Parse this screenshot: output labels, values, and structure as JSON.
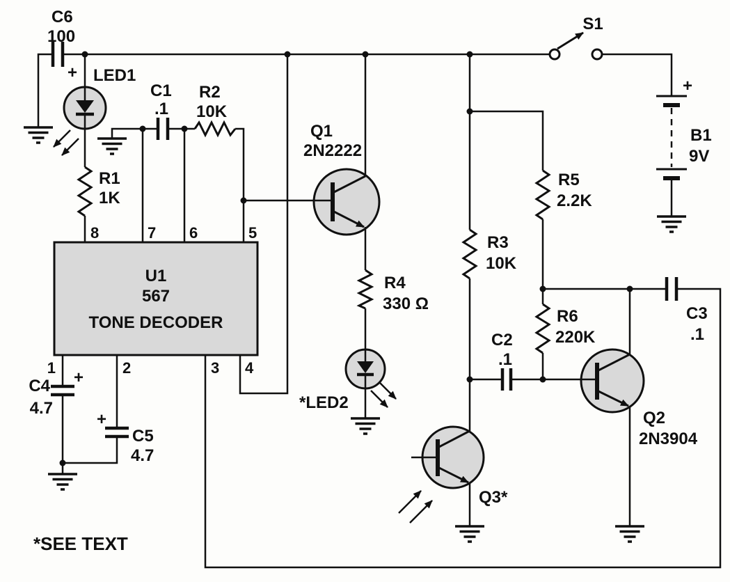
{
  "schematic": {
    "note": "*SEE TEXT",
    "c6": {
      "ref": "C6",
      "value": "100",
      "polarity": "+"
    },
    "led1": {
      "ref": "LED1"
    },
    "c1": {
      "ref": "C1",
      "value": ".1"
    },
    "r2": {
      "ref": "R2",
      "value": "10K"
    },
    "r1": {
      "ref": "R1",
      "value": "1K"
    },
    "u1": {
      "ref": "U1",
      "part": "567",
      "function": "TONE DECODER",
      "pin1": "1",
      "pin2": "2",
      "pin3": "3",
      "pin4": "4",
      "pin5": "5",
      "pin6": "6",
      "pin7": "7",
      "pin8": "8"
    },
    "q1": {
      "ref": "Q1",
      "part": "2N2222"
    },
    "r4": {
      "ref": "R4",
      "value": "330 Ω"
    },
    "led2": {
      "ref": "*LED2"
    },
    "c4": {
      "ref": "C4",
      "value": "4.7",
      "polarity": "+"
    },
    "c5": {
      "ref": "C5",
      "value": "4.7",
      "polarity": "+"
    },
    "r3": {
      "ref": "R3",
      "value": "10K"
    },
    "r5": {
      "ref": "R5",
      "value": "2.2K"
    },
    "r6": {
      "ref": "R6",
      "value": "220K"
    },
    "c2": {
      "ref": "C2",
      "value": ".1"
    },
    "c3": {
      "ref": "C3",
      "value": ".1"
    },
    "q2": {
      "ref": "Q2",
      "part": "2N3904"
    },
    "q3": {
      "ref": "Q3*"
    },
    "s1": {
      "ref": "S1"
    },
    "b1": {
      "ref": "B1",
      "value": "9V",
      "polarity": "+"
    }
  }
}
